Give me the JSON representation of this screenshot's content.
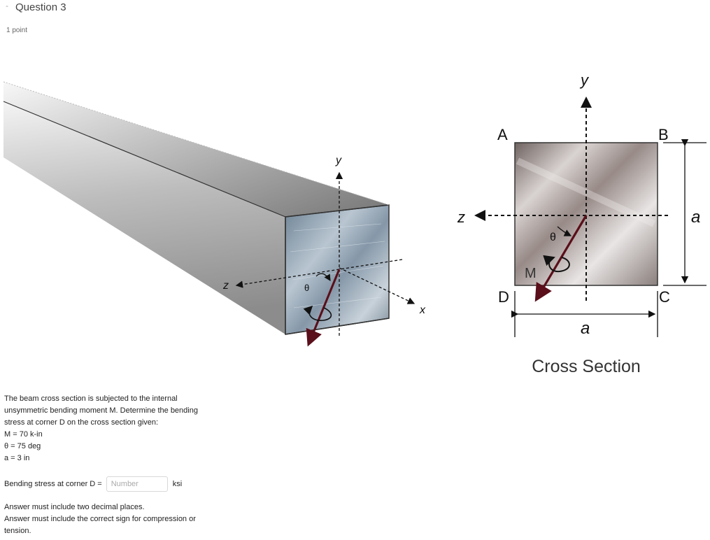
{
  "question": {
    "title": "Question 3",
    "points": "1 point"
  },
  "figure": {
    "beam_axes": {
      "y": "y",
      "z": "z",
      "x": "x",
      "theta": "θ"
    },
    "cross_section": {
      "axis_y": "y",
      "axis_z": "z",
      "theta": "θ",
      "moment": "M",
      "corner_a": "A",
      "corner_b": "B",
      "corner_c": "C",
      "corner_d": "D",
      "dim_vertical": "a",
      "dim_horizontal": "a",
      "caption": "Cross Section"
    }
  },
  "problem": {
    "statement": [
      "The beam cross section is subjected to the internal",
      "unsymmetric bending moment M.  Determine the bending",
      "stress at corner D on the cross section given:",
      "M = 70 k-in",
      "θ = 75 deg",
      "a = 3 in"
    ]
  },
  "answer": {
    "label": "Bending stress at corner D =",
    "value": "",
    "placeholder": "Number",
    "unit": "ksi"
  },
  "notes": [
    "Answer must include two decimal places.",
    "Answer must include the correct sign for compression or",
    "tension."
  ]
}
